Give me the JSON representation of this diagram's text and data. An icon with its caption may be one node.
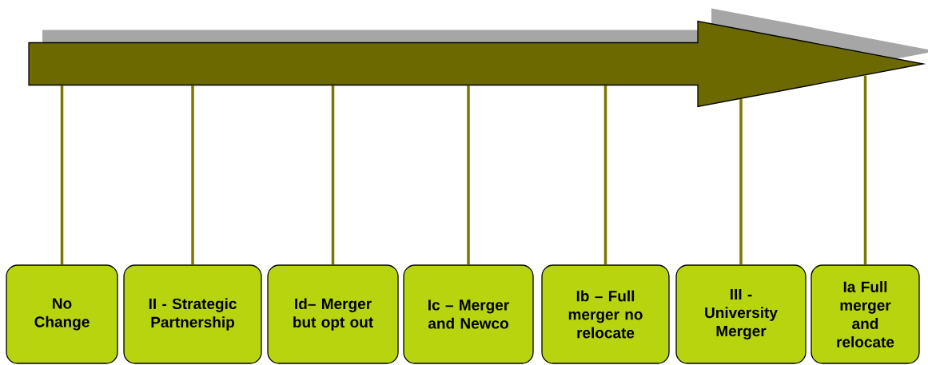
{
  "diagram": {
    "nodes": [
      {
        "text": [],
        "shape": "arrow"
      },
      {
        "text": [
          "No Change"
        ]
      },
      {
        "text": [
          "II - Strategic Partnership"
        ]
      },
      {
        "text": [
          "Id– Merger but opt out"
        ]
      },
      {
        "text": [
          "Ic – Merger and Newco"
        ]
      },
      {
        "text": [
          "Ib – Full merger no relocate"
        ]
      },
      {
        "text": [
          "III - University Merger"
        ]
      },
      {
        "text": [
          "Ia Full merger and relocate"
        ]
      }
    ],
    "edges": [
      {
        "from": 0,
        "to": 1,
        "arrow": "none"
      },
      {
        "from": 0,
        "to": 2,
        "arrow": "none"
      },
      {
        "from": 0,
        "to": 3,
        "arrow": "none"
      },
      {
        "from": 0,
        "to": 4,
        "arrow": "none"
      },
      {
        "from": 0,
        "to": 5,
        "arrow": "none"
      },
      {
        "from": 0,
        "to": 6,
        "arrow": "none"
      },
      {
        "from": 0,
        "to": 7,
        "arrow": "none"
      }
    ]
  }
}
